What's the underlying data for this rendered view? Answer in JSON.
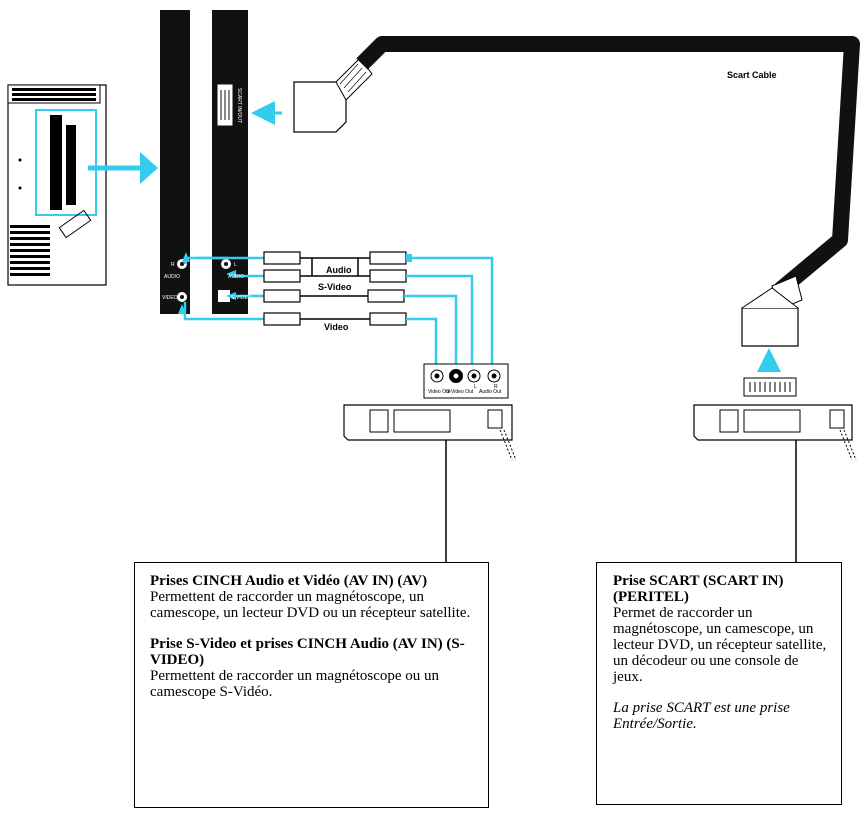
{
  "diagram": {
    "labels": {
      "scart_cable": "Scart Cable",
      "audio": "Audio",
      "svideo": "S-Video",
      "video": "Video",
      "scart_port": "SCART IN/OUT",
      "r_audio": "R",
      "l_audio": "L",
      "audio_panel": "AUDIO",
      "video_panel": "VIDEO",
      "svideo_panel": "S-VIDEO",
      "dev_video_out": "Video Out",
      "dev_svideo_out": "S-Video Out",
      "dev_audio_out": "Audio Out",
      "dev_l": "L",
      "dev_r": "R"
    }
  },
  "callouts": {
    "left": {
      "h1": "Prises CINCH Audio et Vidéo (AV IN) (AV)",
      "p1": "Permettent de raccorder un magnétoscope, un camescope, un lecteur DVD ou un récepteur satellite.",
      "h2": "Prise S-Video et prises CINCH Audio (AV IN) (S-VIDEO)",
      "p2": "Permettent de raccorder un magnétoscope ou un camescope S-Vidéo."
    },
    "right": {
      "h1": "Prise SCART (SCART IN) (PERITEL)",
      "p1": "Permet de raccorder un magnétoscope, un camescope, un lecteur DVD, un récepteur satellite, un décodeur ou une console de jeux.",
      "note": "La prise SCART est une prise Entrée/Sortie."
    }
  },
  "colors": {
    "arrow": "#33ccee",
    "cable": "#111111",
    "panel": "#111111"
  }
}
